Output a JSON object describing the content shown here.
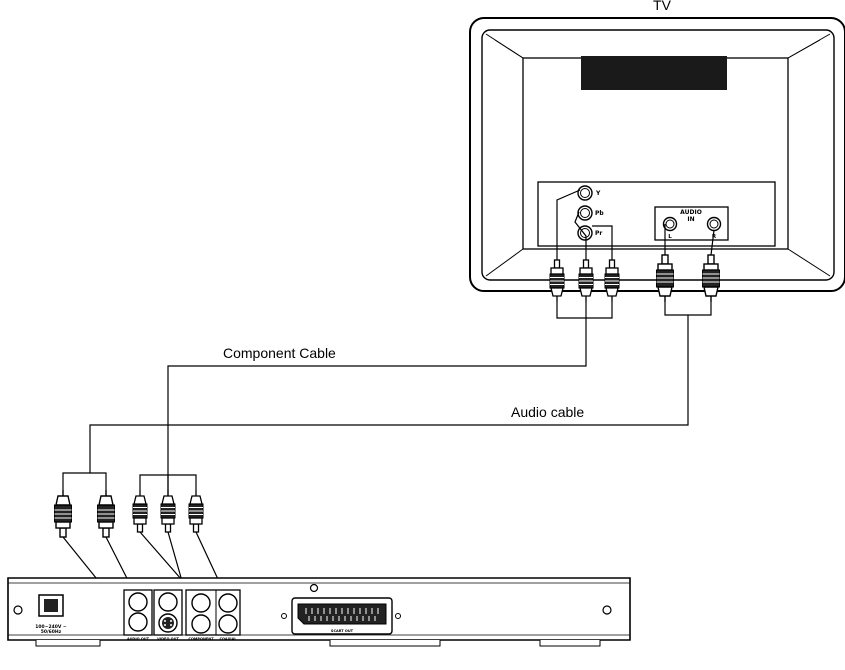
{
  "tv": {
    "title": "TV",
    "jacks": {
      "y": "Y",
      "pb": "Pb",
      "pr": "Pr"
    },
    "audio_in": {
      "line1": "AUDIO",
      "line2": "IN",
      "left": "L",
      "right": "R"
    }
  },
  "cables": {
    "component": "Component Cable",
    "audio": "Audio cable"
  },
  "player": {
    "power_rating_line1": "100~240V ~",
    "power_rating_line2": "50/60Hz",
    "audio_out": "AUDIO OUT",
    "video_out": "VIDEO OUT",
    "component": "COMPONENT",
    "coaxial": "COAXIAL",
    "scart_out": "SCART OUT"
  },
  "colors": {
    "line": "#000000",
    "screen": "#1a1a1a",
    "background": "#ffffff"
  }
}
